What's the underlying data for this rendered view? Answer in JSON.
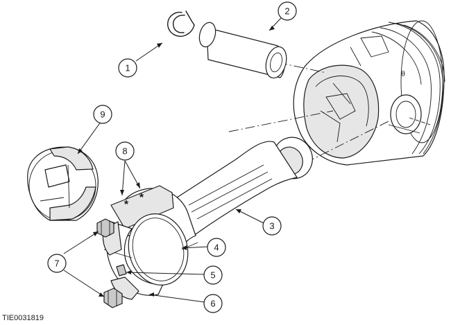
{
  "figure": {
    "reference_code": "TIE0031819",
    "marks": [
      "*",
      "*"
    ]
  },
  "callouts": [
    {
      "id": "1",
      "label": "1",
      "part": "circlip"
    },
    {
      "id": "2",
      "label": "2",
      "part": "piston-pin"
    },
    {
      "id": "3",
      "label": "3",
      "part": "connecting-rod"
    },
    {
      "id": "4",
      "label": "4",
      "part": "connecting-rod-cap"
    },
    {
      "id": "5",
      "label": "5",
      "part": "cap-locating-notch"
    },
    {
      "id": "6",
      "label": "6",
      "part": "cap-bolt-lower"
    },
    {
      "id": "7",
      "label": "7",
      "part": "cap-bolts"
    },
    {
      "id": "8",
      "label": "8",
      "part": "match-marks"
    },
    {
      "id": "9",
      "label": "9",
      "part": "bearing-shell"
    }
  ]
}
